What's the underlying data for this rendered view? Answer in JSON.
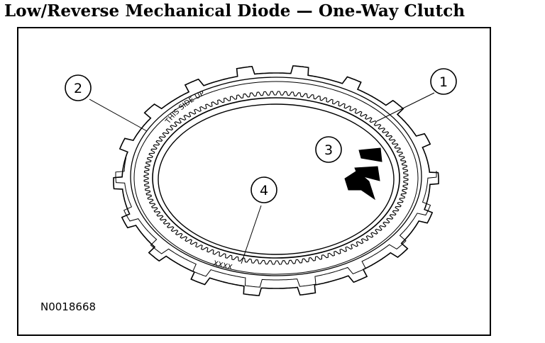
{
  "title": "Low/Reverse Mechanical Diode — One-Way Clutch",
  "figure_id": "N0018668",
  "ring_text": "THIS SIDE UP",
  "part_mark": "XXXX",
  "callouts": [
    "1",
    "2",
    "3",
    "4"
  ],
  "colors": {
    "line": "#000000",
    "background": "#ffffff"
  }
}
